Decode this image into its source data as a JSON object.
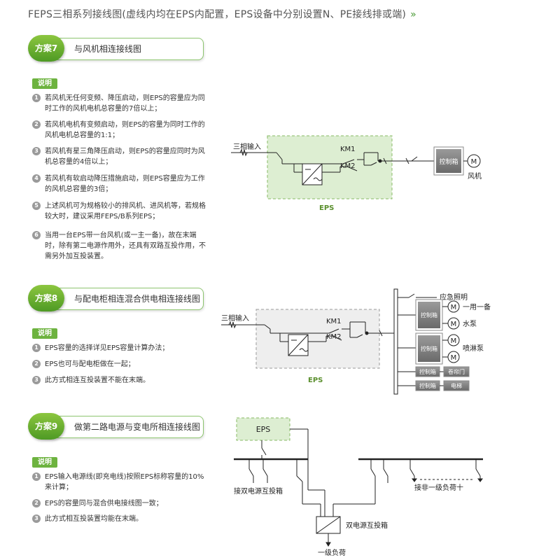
{
  "title": "FEPS三相系列接线图(虚线内均在EPS内配置，EPS设备中分别设置N、PE接线排或端)",
  "title_chevron": "»",
  "note_label": "说明",
  "scheme7": {
    "badge": "方案7",
    "label": "与风机相连接线图",
    "notes": [
      {
        "n": "1",
        "text": "若风机无任何变频、降压启动，则EPS的容量应为同时工作的风机电机总容量的7倍以上；"
      },
      {
        "n": "2",
        "text": "若风机电机有变频启动，则EPS的容量为同时工作的风机电机总容量的1:1；"
      },
      {
        "n": "3",
        "text": "若风机有星三角降压启动，则EPS的容量应同时为风机总容量的4倍以上；"
      },
      {
        "n": "4",
        "text": "若风机有软启动降压措施启动，则EPS容量应为工作的风机总容量的3倍；"
      },
      {
        "n": "5",
        "text": "上述风机可为规格较小的排风机、进风机等，若规格较大时，建议采用FEPS/B系列EPS；"
      },
      {
        "n": "6",
        "text": "当用一台EPS带一台风机(或一主一备)，故在末端时，除有第二电源作用外，还具有双路互投作用，不需另外加互投装置。"
      }
    ],
    "diagram": {
      "input": "三相输入",
      "km1": "KM1",
      "km2": "KM2",
      "eps": "EPS",
      "control": "控制箱",
      "motor": "M",
      "fan": "风机"
    }
  },
  "scheme8": {
    "badge": "方案8",
    "label": "与配电柜相连混合供电相连接线图",
    "notes": [
      {
        "n": "1",
        "text": "EPS容量的选择详见EPS容量计算办法；"
      },
      {
        "n": "2",
        "text": "EPS也可与配电柜做在一起；"
      },
      {
        "n": "3",
        "text": "此方式相连互投装置不能在末端。"
      }
    ],
    "diagram": {
      "input": "三相输入",
      "km1": "KM1",
      "km2": "KM2",
      "eps": "EPS",
      "emergency": "应急照明",
      "control": "控制箱",
      "motor": "M",
      "standby": "一用一备",
      "pump": "水泵",
      "sprinkler": "喷淋泵",
      "fire_door": "卷帘门",
      "elevator": "电梯"
    }
  },
  "scheme9": {
    "badge": "方案9",
    "label": "做第二路电源与变电所相连接线图",
    "notes": [
      {
        "n": "1",
        "text": "EPS输入电源线(即充电线)按照EPS标称容量的10%来计算；"
      },
      {
        "n": "2",
        "text": "EPS的容量同与混合供电接线图一致；"
      },
      {
        "n": "3",
        "text": "此方式相互投装置均能在末端。"
      }
    ],
    "diagram": {
      "eps": "EPS",
      "dual_switch_box": "接双电源互投箱",
      "non_first_load": "接非一级负荷十",
      "dual_switch": "双电源互投箱",
      "first_load": "一级负荷"
    }
  }
}
